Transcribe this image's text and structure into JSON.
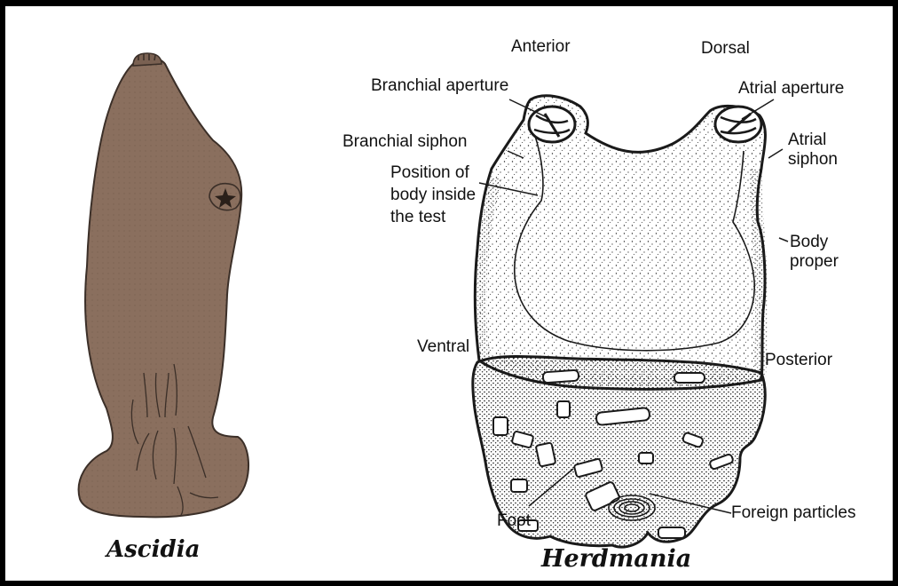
{
  "specimens": [
    {
      "name": "Ascidia"
    },
    {
      "name": "Herdmania"
    }
  ],
  "labels": {
    "anterior": "Anterior",
    "dorsal": "Dorsal",
    "branchial_aperture": "Branchial aperture",
    "atrial_aperture": "Atrial aperture",
    "branchial_siphon": "Branchial siphon",
    "atrial_siphon": "Atrial siphon",
    "position_of_body": "Position of body inside the test",
    "body_proper": "Body proper",
    "ventral": "Ventral",
    "posterior": "Posterior",
    "foot": "Foot",
    "foreign_particles": "Foreign particles"
  },
  "colors": {
    "ascidia_body": "#8a6f5e",
    "ascidia_outline": "#3b2f28",
    "herdmania_ink": "#1a1a1a",
    "frame": "#000000"
  }
}
